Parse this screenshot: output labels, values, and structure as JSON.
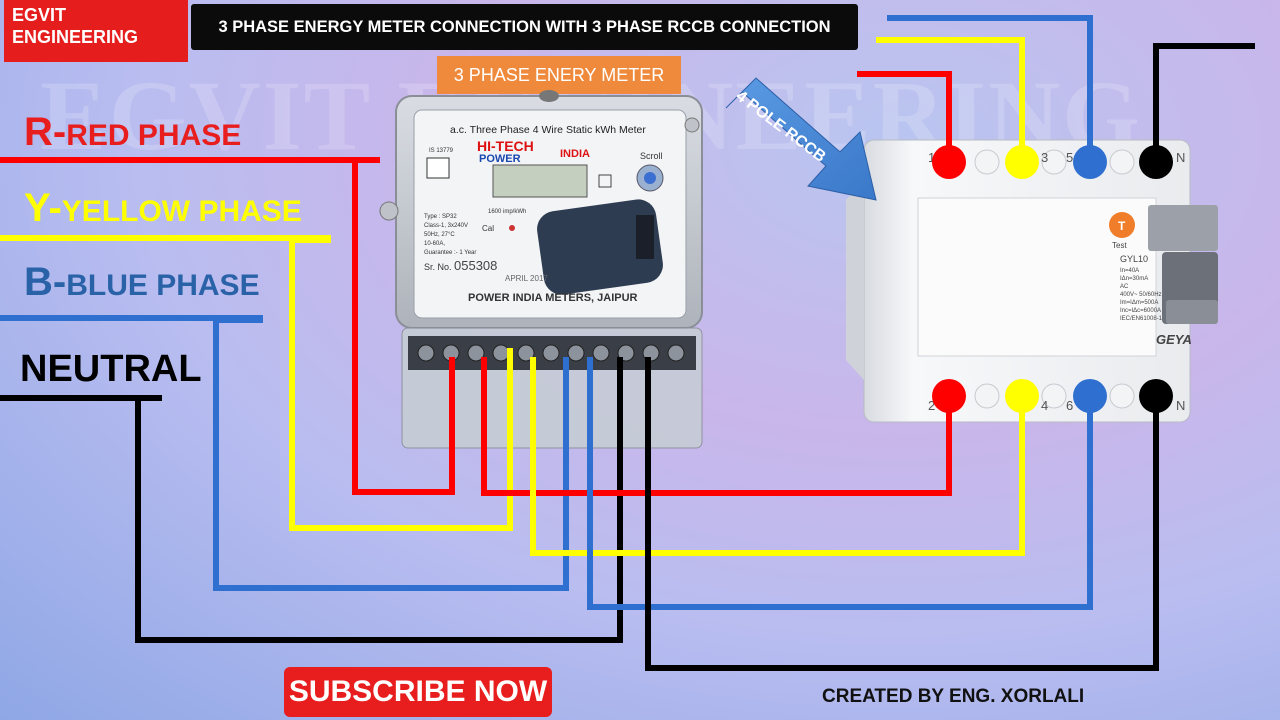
{
  "brand": "EGVIT ENGINEERING",
  "watermark": "EGVIT ENGINEERING",
  "title": "3 PHASE ENERGY METER CONNECTION WITH 3 PHASE RCCB CONNECTION",
  "meter_label": "3 PHASE ENERY METER",
  "rccb_label": "4 POLE RCCB",
  "phases": {
    "red_big": "R-",
    "red_small": "RED PHASE",
    "yellow_big": "Y-",
    "yellow_small": "YELLOW PHASE",
    "blue_big": "B-",
    "blue_small": "BLUE PHASE",
    "neutral": "NEUTRAL"
  },
  "meter": {
    "heading": "a.c. Three Phase 4 Wire Static kWh Meter",
    "brand_top": "HI-TECH",
    "brand_bottom": "POWER",
    "brand_country": "INDIA",
    "scroll": "Scroll",
    "pulse": "1600 imp/kWh",
    "cal": "Cal",
    "specs": [
      "Type : SP32",
      "Class-1, 3x240V",
      "50Hz, 27°C",
      "10-60A,",
      "Guarantee :- 1 Year"
    ],
    "std": "IS 13779",
    "sr_label": "Sr. No.",
    "sr_value": "055308",
    "mfg": "APRIL 2017",
    "maker": "POWER INDIA METERS, JAIPUR"
  },
  "rccb": {
    "top_terminals": [
      "1",
      "3",
      "5",
      "N"
    ],
    "bottom_terminals": [
      "2",
      "4",
      "6",
      "N"
    ],
    "model": "GYL10",
    "specs": [
      "In=40A",
      "IΔn=30mA",
      "AC",
      "400V~ 50/60Hz",
      "Im=IΔm=500A",
      "Inc=IΔc=6000A",
      "IEC/EN61008-1"
    ],
    "test": "Test",
    "brand": "GEYA",
    "button": "T"
  },
  "colors": {
    "red": "#ff0000",
    "yellow": "#ffff00",
    "blue": "#2f6fd0",
    "black": "#000000"
  },
  "subscribe": "SUBSCRIBE NOW",
  "credit": "CREATED BY ENG. XORLALI"
}
